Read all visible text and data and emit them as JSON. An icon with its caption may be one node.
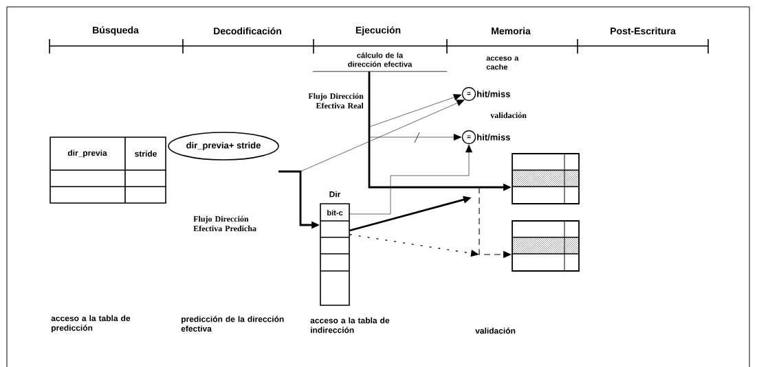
{
  "diagram": {
    "nodes": [
      {
        "text": [
          "dir_previa",
          "stride"
        ]
      },
      {
        "text": [
          "dir_previa+ stride"
        ]
      },
      {
        "text": [
          "Dir",
          "bit-c"
        ]
      },
      {
        "text": [
          "="
        ],
        "beside": [
          "hit/miss"
        ]
      },
      {
        "text": [
          "="
        ],
        "beside": [
          "hit/miss"
        ]
      },
      {
        "text": [],
        "shape": "box"
      },
      {
        "text": [],
        "shape": "box"
      },
      {
        "text": [
          "cálculo de la dirección efectiva"
        ]
      }
    ],
    "edges": [
      {
        "from": null,
        "to": 2,
        "arrow": "to",
        "style": "thick"
      },
      {
        "from": null,
        "to": 3,
        "arrow": "to"
      },
      {
        "from": null,
        "to": 3,
        "arrow": "to"
      },
      {
        "from": null,
        "to": 4,
        "arrow": "to"
      },
      {
        "from": 7,
        "to": 5,
        "arrow": "to",
        "style": "thick"
      },
      {
        "from": 2,
        "to": 4,
        "arrow": "to"
      },
      {
        "from": 2,
        "to": null,
        "arrow": "to",
        "style": "thick"
      },
      {
        "from": 2,
        "to": null,
        "arrow": "to",
        "style": "dashed"
      },
      {
        "from": null,
        "to": 6,
        "arrow": "to",
        "style": "dashed"
      }
    ],
    "labels": [
      "Búsqueda",
      "Decodificación",
      "Ejecución",
      "Memoria",
      "Post-Escritura",
      "acceso a cache",
      "Flujo Dirección Efectiva Real",
      "validación",
      "Flujo Dirección Efectiva Predicha",
      "acceso a la tabla de predicción",
      "predicción de la dirección efectiva",
      "acceso a la tabla de indirección",
      "validación"
    ]
  }
}
